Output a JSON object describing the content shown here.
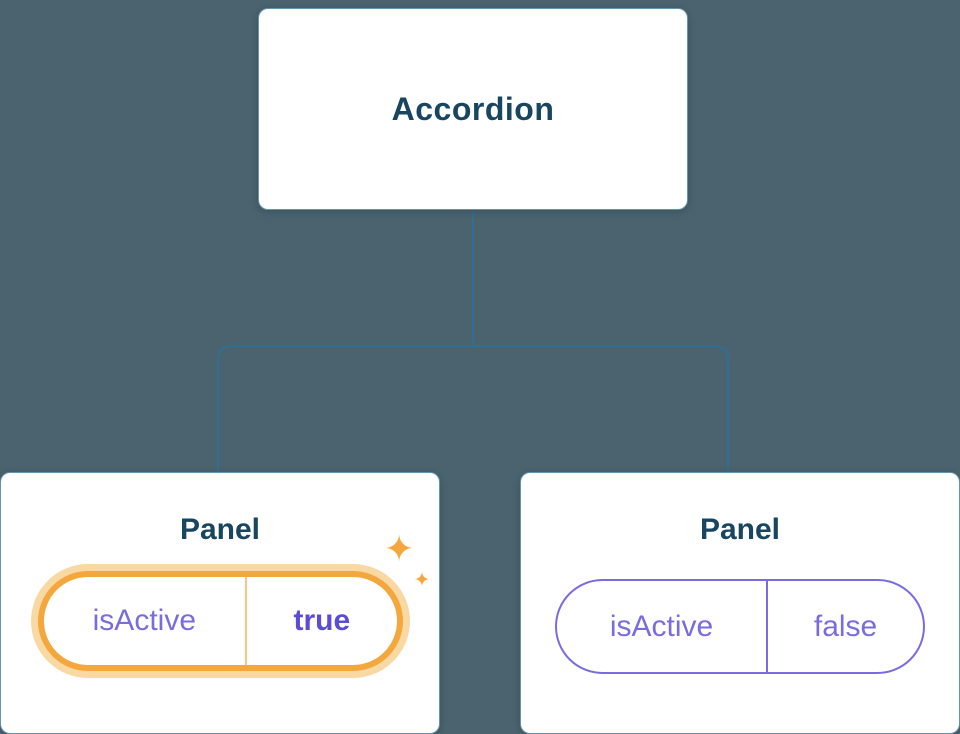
{
  "diagram": {
    "root": {
      "label": "Accordion"
    },
    "panels": [
      {
        "title": "Panel",
        "prop": {
          "name": "isActive",
          "value": "true"
        },
        "highlighted": true
      },
      {
        "title": "Panel",
        "prop": {
          "name": "isActive",
          "value": "false"
        },
        "highlighted": false
      }
    ]
  },
  "icons": {
    "sparkle": "✦"
  },
  "colors": {
    "background": "#4a636e",
    "card_bg": "#ffffff",
    "title_text": "#18455f",
    "purple": "#7a6cdf",
    "purple_bold": "#5b4cd6",
    "orange": "#f3a73d",
    "orange_glow": "#f9d9a3",
    "connector": "#2e7093"
  }
}
